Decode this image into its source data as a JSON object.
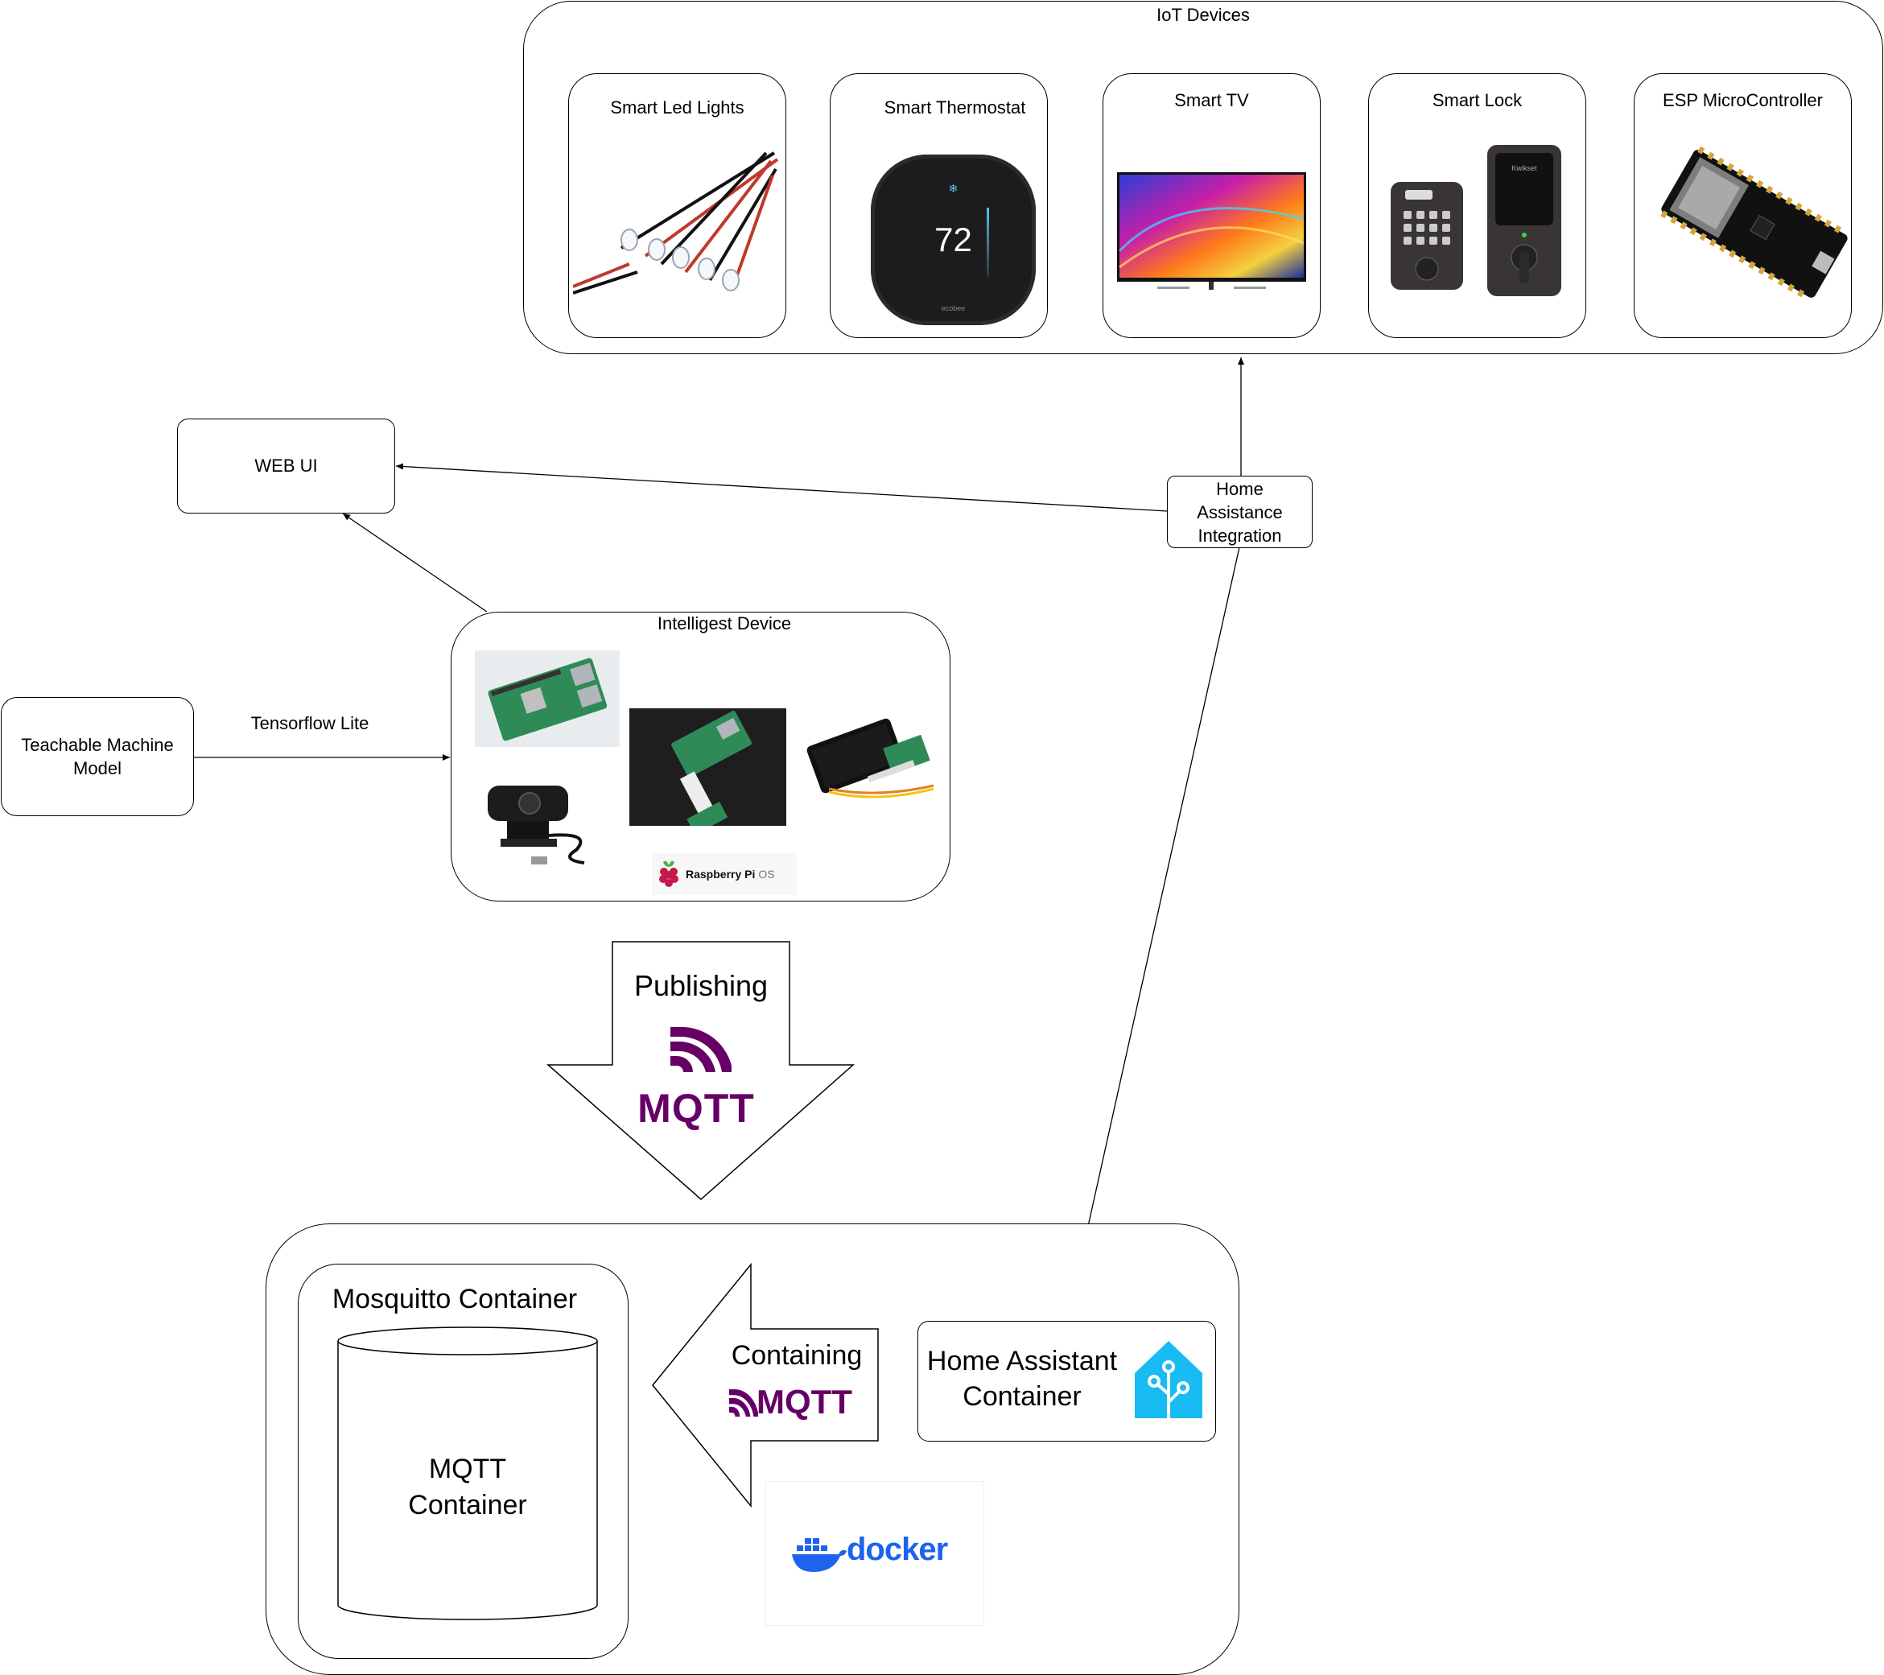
{
  "iot": {
    "title": "IoT Devices",
    "devices": [
      {
        "label": "Smart Led Lights"
      },
      {
        "label": "Smart Thermostat",
        "temp": "72",
        "brand": "ecobee"
      },
      {
        "label": "Smart TV"
      },
      {
        "label": "Smart Lock",
        "brand": "Kwikset"
      },
      {
        "label": "ESP MicroController"
      }
    ]
  },
  "web_ui": {
    "label": "WEB UI"
  },
  "integration": {
    "line1": "Home",
    "line2": "Assistance",
    "line3": "Integration"
  },
  "teachable": {
    "line1": "Teachable Machine",
    "line2": "Model"
  },
  "edge_tflite": {
    "label": "Tensorflow Lite"
  },
  "device": {
    "title": "Intelligest Device",
    "os_logo": "Raspberry Pi",
    "os_logo_suffix": "OS"
  },
  "publishing": {
    "label": "Publishing",
    "logo": "MQTT"
  },
  "mosquitto": {
    "title": "Mosquitto Container",
    "db_line1": "MQTT",
    "db_line2": "Container"
  },
  "containing": {
    "label": "Containing",
    "logo": "MQTT"
  },
  "ha_container": {
    "line1": "Home Assistant",
    "line2": "Container"
  },
  "docker": {
    "logo": "docker"
  }
}
